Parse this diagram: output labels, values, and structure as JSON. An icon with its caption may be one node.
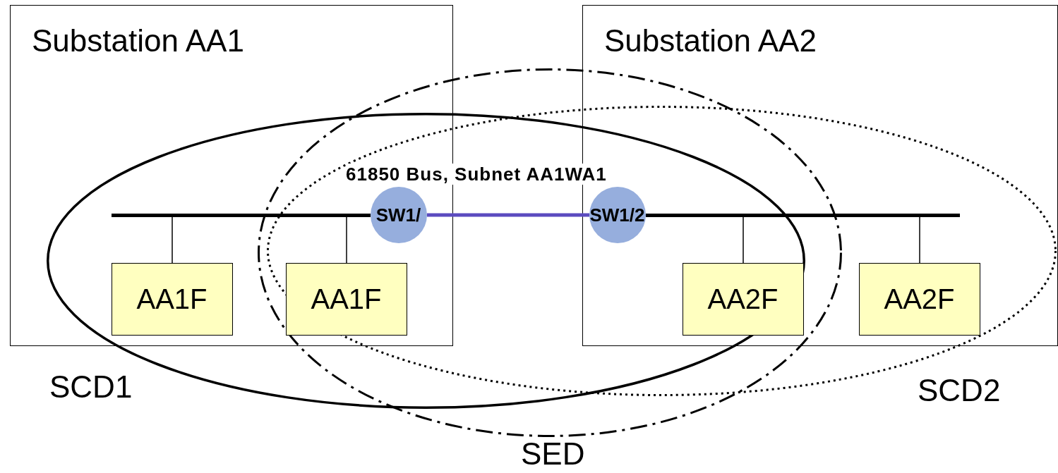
{
  "diagram": {
    "nodes": [
      {
        "text": [
          "Substation AA1"
        ]
      },
      {
        "text": [],
        "shape": "bar",
        "in": 0
      },
      {
        "text": [
          "SW1/"
        ],
        "in": 0
      },
      {
        "text": [
          "AA1F"
        ],
        "in": 0
      },
      {
        "text": [
          "AA1F"
        ],
        "in": 0
      },
      {
        "text": [
          "Substation AA2"
        ]
      },
      {
        "text": [
          "SW1/2"
        ],
        "in": 5
      },
      {
        "text": [],
        "shape": "bar",
        "in": 5
      },
      {
        "text": [
          "AA2F"
        ],
        "in": 5
      },
      {
        "text": [
          "AA2F"
        ],
        "in": 5
      }
    ],
    "edges": [
      {
        "from": 1,
        "to": 2,
        "arrow": "none",
        "style": "thick"
      },
      {
        "from": 2,
        "to": 6,
        "arrow": "none",
        "style": "thick",
        "color": "#5b4bbf"
      },
      {
        "from": 6,
        "to": 7,
        "arrow": "none",
        "style": "thick"
      },
      {
        "from": 3,
        "to": 1,
        "arrow": "none"
      },
      {
        "from": 4,
        "to": 1,
        "arrow": "none"
      },
      {
        "from": 8,
        "to": 7,
        "arrow": "none"
      },
      {
        "from": 9,
        "to": 7,
        "arrow": "none"
      }
    ],
    "labels": [
      "61850 Bus, Subnet AA1WA1",
      "SCD1",
      "SCD2",
      "SED"
    ]
  }
}
